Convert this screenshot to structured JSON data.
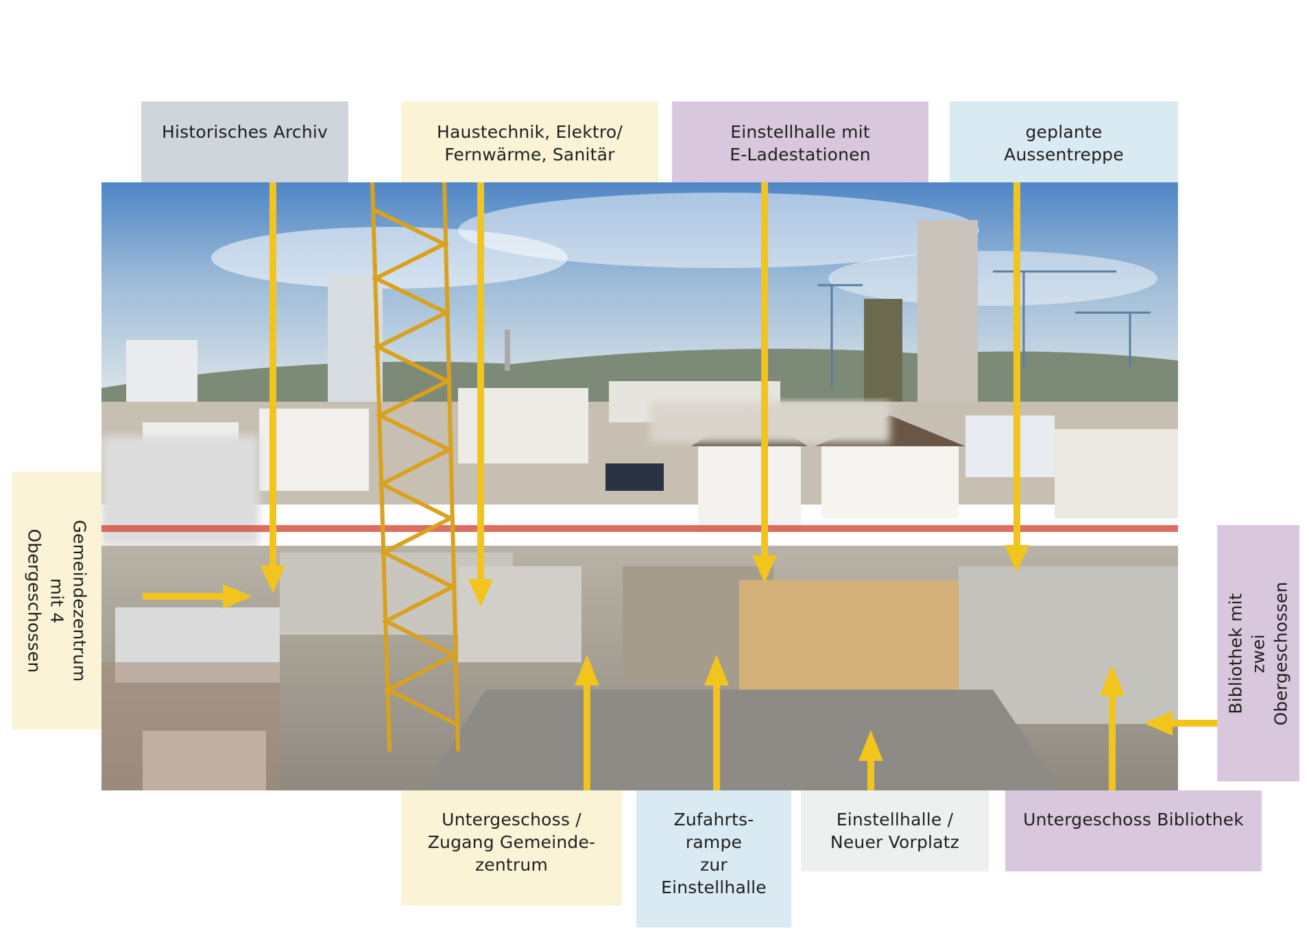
{
  "colors": {
    "arrow": "#f2c41c",
    "grey": "#cfd5da",
    "yellow": "#faf3d6",
    "purple": "#d9c8dd",
    "blue": "#d9eaf2",
    "light": "#eef0f0"
  },
  "labels": {
    "historisches_archiv": "Historisches Archiv",
    "haustechnik": "Haustechnik, Elektro/\nFernwärme, Sanitär",
    "einstellhalle_e": "Einstellhalle mit\nE-Ladestationen",
    "aussentreppe": "geplante\nAussentreppe",
    "gemeindezentrum": "Gemeindezentrum mit 4\nObergeschossen",
    "bibliothek": "Bibliothek mit zwei\nObergeschossen",
    "ug_zugang": "Untergeschoss /\nZugang Gemeinde-\nzentrum",
    "zufahrt": "Zufahrts-\nrampe\nzur\nEinstellhalle",
    "vorplatz": "Einstellhalle /\nNeuer Vorplatz",
    "ug_bibliothek": "Untergeschoss Bibliothek"
  }
}
